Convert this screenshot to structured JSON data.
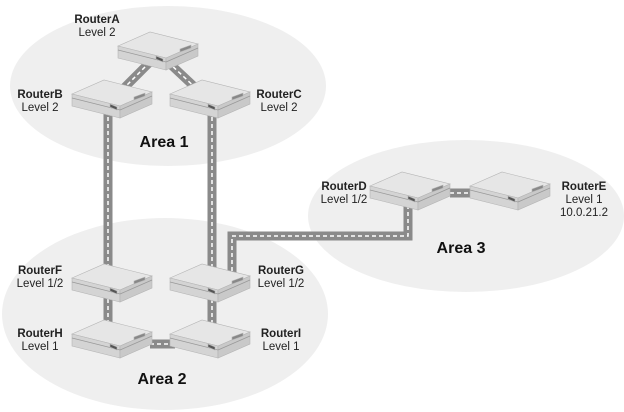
{
  "colors": {
    "area_fill": "#efefef",
    "link": "#9a9a9a",
    "router_top": "#e4e4e4"
  },
  "areas": [
    {
      "id": "area1",
      "label": "Area 1"
    },
    {
      "id": "area2",
      "label": "Area 2"
    },
    {
      "id": "area3",
      "label": "Area 3"
    }
  ],
  "routers": {
    "A": {
      "name": "RouterA",
      "level": "Level 2"
    },
    "B": {
      "name": "RouterB",
      "level": "Level 2"
    },
    "C": {
      "name": "RouterC",
      "level": "Level 2"
    },
    "D": {
      "name": "RouterD",
      "level": "Level 1/2"
    },
    "E": {
      "name": "RouterE",
      "level": "Level 1",
      "address": "10.0.21.2"
    },
    "F": {
      "name": "RouterF",
      "level": "Level 1/2"
    },
    "G": {
      "name": "RouterG",
      "level": "Level 1/2"
    },
    "H": {
      "name": "RouterH",
      "level": "Level 1"
    },
    "I": {
      "name": "RouterI",
      "level": "Level 1"
    }
  },
  "links": [
    [
      "A",
      "B"
    ],
    [
      "A",
      "C"
    ],
    [
      "B",
      "F"
    ],
    [
      "C",
      "G"
    ],
    [
      "G",
      "D"
    ],
    [
      "D",
      "E"
    ],
    [
      "F",
      "H"
    ],
    [
      "G",
      "I"
    ],
    [
      "H",
      "I"
    ]
  ]
}
